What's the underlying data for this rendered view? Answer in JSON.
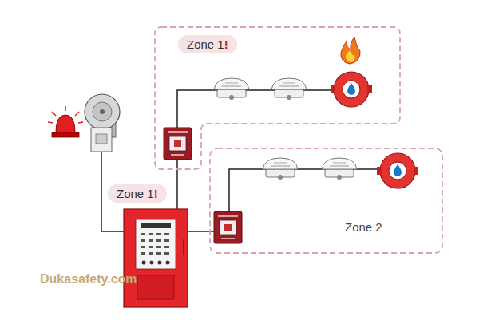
{
  "diagram": {
    "nodes": [
      {
        "text": [
          "Zone 1!"
        ]
      },
      {
        "text": [
          "Zone 1!"
        ]
      },
      {
        "text": [
          "Zone 2"
        ]
      }
    ],
    "labels": [
      "Dukasafety.com"
    ]
  }
}
